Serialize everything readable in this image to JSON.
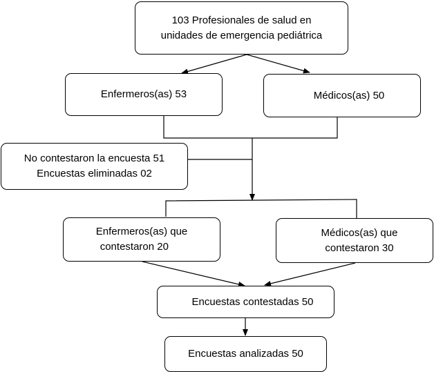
{
  "nodes": {
    "total": {
      "line1": "103 Profesionales de salud en",
      "line2": "unidades de emergencia pediátrica"
    },
    "enfermeros": {
      "label": "Enfermeros(as) 53"
    },
    "medicos": {
      "label": "Médicos(as) 50"
    },
    "excluded": {
      "line1": "No contestaron la encuesta 51",
      "line2": "Encuestas eliminadas  02"
    },
    "enfermeros_resp": {
      "line1": "Enfermeros(as) que",
      "line2": "contestaron 20"
    },
    "medicos_resp": {
      "line1": "Médicos(as) que",
      "line2": "contestaron 30"
    },
    "contestadas": {
      "label": "Encuestas contestadas 50"
    },
    "analizadas": {
      "label": "Encuestas analizadas 50"
    }
  }
}
